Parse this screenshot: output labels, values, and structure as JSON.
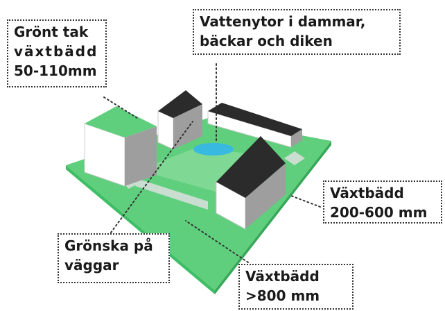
{
  "labels": {
    "green_roof": {
      "line1": "Grönt tak",
      "line2": "växtbädd",
      "line3": "50-110mm"
    },
    "water": {
      "line1": "Vattenytor i dammar,",
      "line2": "bäckar och diken"
    },
    "planting_bed_mid": {
      "line1": "Växtbädd",
      "line2": "200-600 mm"
    },
    "walls": {
      "line1": "Grönska på",
      "line2": "väggar"
    },
    "planting_bed_deep": {
      "line1": "Växtbädd",
      "line2": ">800 mm"
    }
  },
  "colors": {
    "green_light": "#7fd994",
    "green_mid": "#5fcf7d",
    "green_dark": "#3fbf65",
    "path": "#c9ddd0",
    "roof_dark": "#2b2b2b",
    "wall_grey": "#9e9e9e",
    "wall_white": "#ffffff",
    "water": "#37b9e0"
  }
}
